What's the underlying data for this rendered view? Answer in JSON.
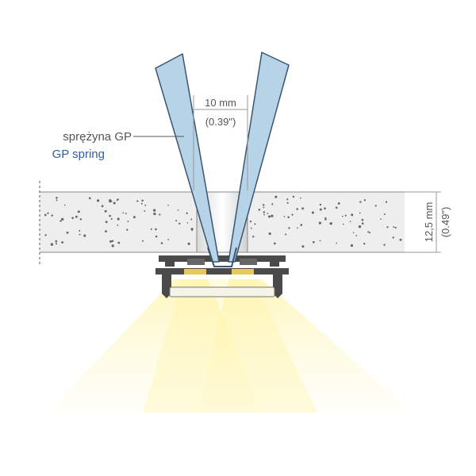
{
  "labels": {
    "spring_pl": "sprężyna GP",
    "spring_en": "GP spring",
    "width_mm": "10 mm",
    "width_in": "(0.39\")",
    "thickness_mm": "12,5 mm",
    "thickness_in": "(0.49\")"
  },
  "colors": {
    "label_dark": "#555555",
    "label_blue": "#2f5f9e",
    "spring_fill": "#b7d3e8",
    "spring_stroke": "#3b5570",
    "profile": "#4a4a4a",
    "light": "#fff3a0",
    "board_fill": "#eeeeee",
    "dots": "#666666",
    "dim_line": "#9a9a9a"
  }
}
